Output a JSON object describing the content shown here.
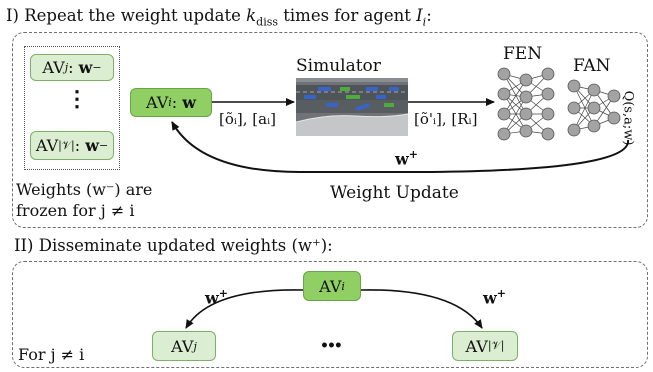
{
  "stage1": {
    "title_pre": "I) Repeat the weight update ",
    "title_k": "k",
    "title_sub": "diss",
    "title_mid": " times for agent ",
    "title_I": "I",
    "title_isub": "i",
    "title_post": ":",
    "frozen_top": {
      "name": "AV",
      "sub": "j",
      "weight": "w",
      "sup": "−"
    },
    "frozen_dots": "⋮",
    "frozen_bottom": {
      "name": "AV",
      "sub": "|𝒱|",
      "weight": "w",
      "sup": "−"
    },
    "active": {
      "name": "AV",
      "sub": "i",
      "weight": "w"
    },
    "simulator": "Simulator",
    "fen": "FEN",
    "fan": "FAN",
    "q_label": "Q(s,a;w)",
    "obs_action": "[õᵢ], [aᵢ]",
    "obs_reward": "[õ'ᵢ], [Rᵢ]",
    "w_plus": "w",
    "w_plus_sup": "+",
    "weight_update": "Weight Update",
    "note_line1": "Weights (w⁻) are",
    "note_line2": "frozen for j ≠ i"
  },
  "stage2": {
    "title": "II) Disseminate updated weights (w⁺):",
    "source": {
      "name": "AV",
      "sub": "i"
    },
    "left_target": {
      "name": "AV",
      "sub": "j"
    },
    "right_target": {
      "name": "AV",
      "sub": "|𝒱|"
    },
    "ellipsis": "•••",
    "w_left": "w",
    "w_right": "w",
    "w_sup": "+",
    "note": "For j ≠ i"
  }
}
